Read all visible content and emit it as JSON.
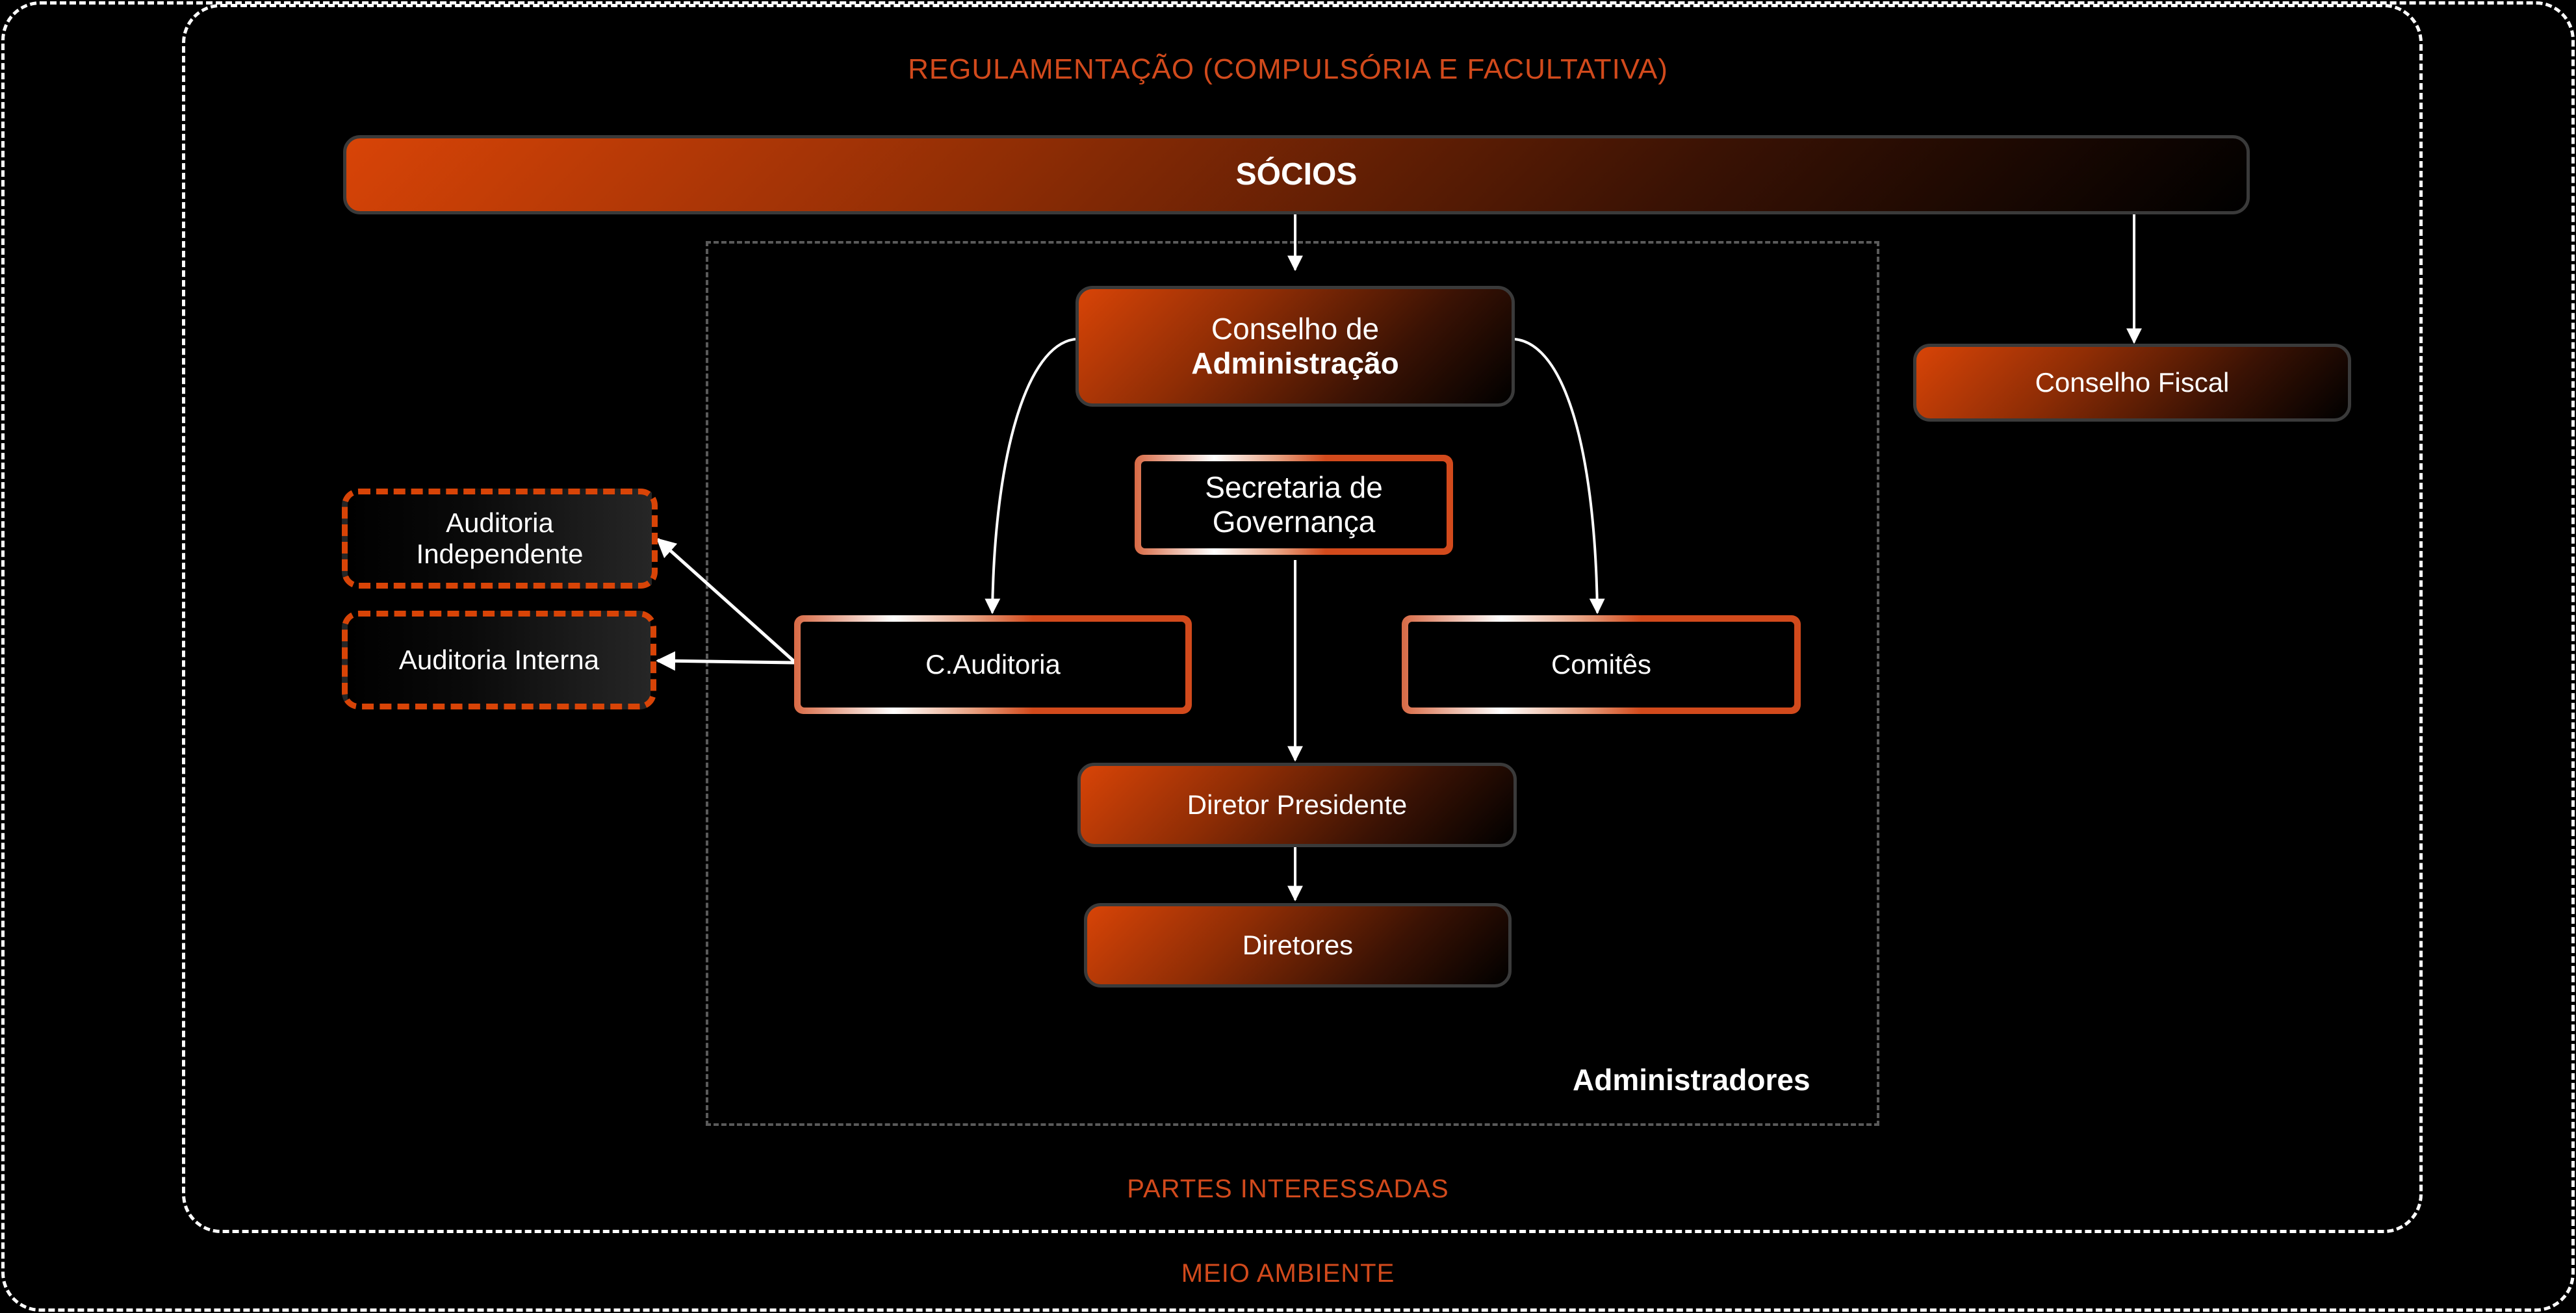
{
  "zones": {
    "regulation": "REGULAMENTAÇÃO (COMPULSÓRIA E FACULTATIVA)",
    "stakeholders": "PARTES INTERESSADAS",
    "environment": "MEIO AMBIENTE",
    "administrators": "Administradores"
  },
  "nodes": {
    "socios": "SÓCIOS",
    "conselho_admin_line1": "Conselho de",
    "conselho_admin_line2": "Administração",
    "secretaria_line1": "Secretaria de",
    "secretaria_line2": "Governança",
    "c_auditoria": "C.Auditoria",
    "comites": "Comitês",
    "diretor_presidente": "Diretor Presidente",
    "diretores": "Diretores",
    "auditoria_independente_line1": "Auditoria",
    "auditoria_independente_line2": "Independente",
    "auditoria_interna": "Auditoria Interna",
    "conselho_fiscal": "Conselho Fiscal"
  },
  "edges": [
    {
      "from": "socios",
      "to": "conselho_admin"
    },
    {
      "from": "socios",
      "to": "conselho_fiscal"
    },
    {
      "from": "conselho_admin",
      "to": "c_auditoria"
    },
    {
      "from": "conselho_admin",
      "to": "comites"
    },
    {
      "from": "secretaria",
      "to": "diretor_presidente"
    },
    {
      "from": "diretor_presidente",
      "to": "diretores"
    },
    {
      "from": "c_auditoria",
      "to": "auditoria_independente"
    },
    {
      "from": "c_auditoria",
      "to": "auditoria_interna"
    }
  ],
  "colors": {
    "accent": "#d84407",
    "zone_label": "#d24a1c",
    "node_border": "#3a3a3a",
    "admin_frame": "#5a5a5a",
    "background": "#000000"
  }
}
